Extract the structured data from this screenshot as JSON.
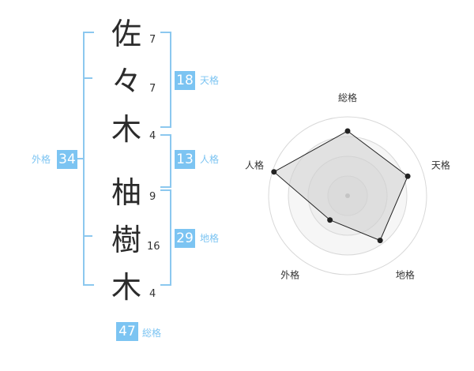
{
  "name": {
    "chars": [
      "佐",
      "々",
      "木",
      "柚",
      "樹",
      "木"
    ],
    "strokes": [
      "7",
      "7",
      "4",
      "9",
      "16",
      "4"
    ]
  },
  "kaku": {
    "ten": {
      "value": "18",
      "label": "天格"
    },
    "jin": {
      "value": "13",
      "label": "人格"
    },
    "chi": {
      "value": "29",
      "label": "地格"
    },
    "gai": {
      "value": "34",
      "label": "外格"
    },
    "so": {
      "value": "47",
      "label": "総格"
    }
  },
  "chart_data": {
    "type": "radar",
    "axes": [
      "総格",
      "天格",
      "地格",
      "外格",
      "人格"
    ],
    "values": [
      0.82,
      0.8,
      0.7,
      0.38,
      0.98
    ],
    "rings": 4
  }
}
